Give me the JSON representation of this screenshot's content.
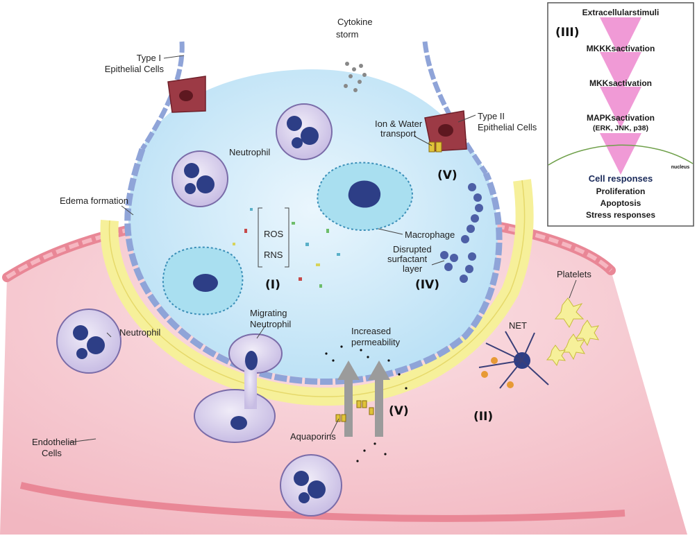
{
  "labels": {
    "type1": [
      "Type I",
      "Epithelial Cells"
    ],
    "type2": [
      "Type II",
      "Epithelial Cells"
    ],
    "cytokine": [
      "Cytokine",
      "storm"
    ],
    "ion": [
      "Ion & Water",
      "transport"
    ],
    "neutrophil_alv": "Neutrophil",
    "edema": "Edema formation",
    "macrophage": "Macrophage",
    "ros": "ROS",
    "rns": "RNS",
    "disrupted": [
      "Disrupted",
      "surfactant",
      "layer"
    ],
    "migrating": [
      "Migrating",
      "Neutrophil"
    ],
    "increased": [
      "Increased",
      "permeability"
    ],
    "aquaporins": "Aquaporins",
    "neutrophil_vessel": "Neutrophil",
    "endothelial": [
      "Endothelial",
      "Cells"
    ],
    "net": "NET",
    "platelets": "Platelets"
  },
  "roman": {
    "i": "(I)",
    "ii": "(II)",
    "iii": "(III)",
    "iv": "(IV)",
    "v_top": "(V)",
    "v_bottom": "(V)"
  },
  "pathway_box": {
    "step1": "Extracellularstimuli",
    "step2": "MKKKsactivation",
    "step3": "MKKsactivation",
    "step4": "MAPKsactivation",
    "step4_sub": "(ERK, JNK, p38)",
    "nucleus": "nucleus",
    "responses_title": "Cell responses",
    "response1": "Proliferation",
    "response2": "Apoptosis",
    "response3": "Stress responses"
  },
  "colors": {
    "alveolus": "#cfe9f8",
    "vessel": "#f6c4cc",
    "endothelium": "#ef9aa8",
    "membrane": "#f6f09a",
    "neutrophil": "#d9d2ec",
    "nucleus": "#2d3e86",
    "arrow_pink": "#f09ad6",
    "arrow_grey": "#9b9b9b"
  }
}
